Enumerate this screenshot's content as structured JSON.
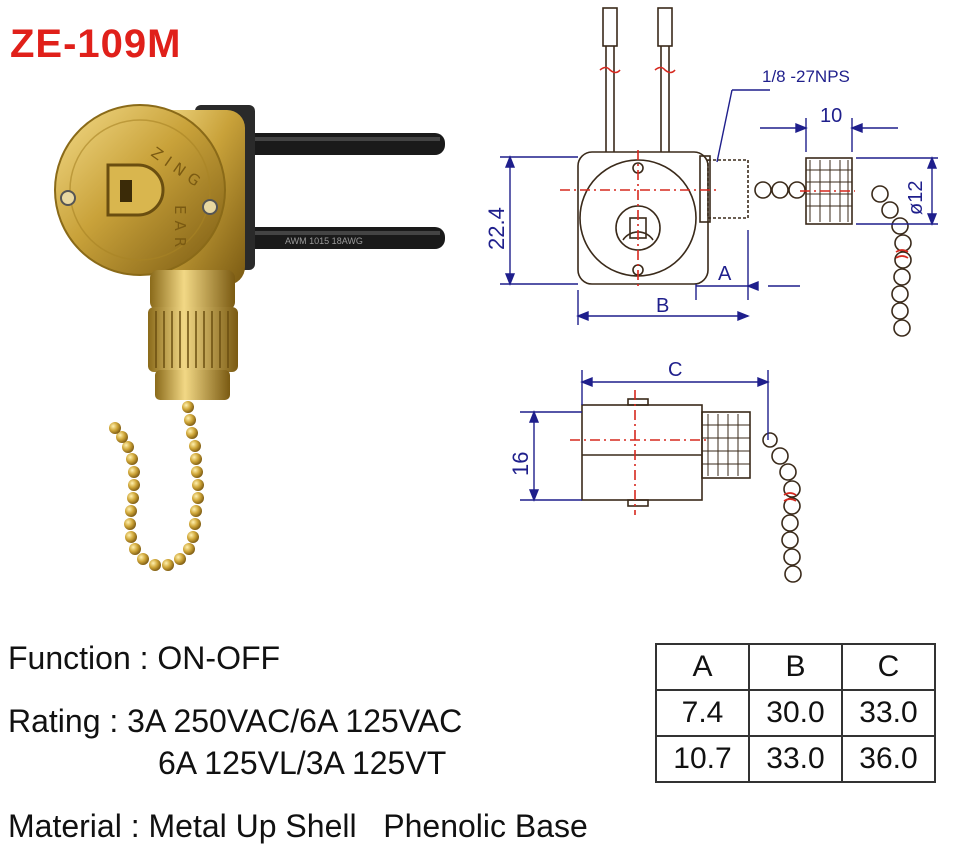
{
  "title": "ZE-109M",
  "photo": {
    "brand_lines": [
      "ZING",
      "EAR"
    ],
    "cable_print": "AWM  1015  18AWG"
  },
  "drawing": {
    "thread_label": "1/8 -27NPS",
    "dim_10": "10",
    "dim_22_4": "22.4",
    "dim_d12": "ø12",
    "dim_A": "A",
    "dim_B": "B",
    "dim_C": "C",
    "dim_16": "16"
  },
  "specs": {
    "function": "Function : ON-OFF",
    "rating_line1": "Rating : 3A 250VAC/6A 125VAC",
    "rating_line2": "6A 125VL/3A 125VT",
    "material": "Material : Metal Up Shell   Phenolic Base"
  },
  "table": {
    "headers": [
      "A",
      "B",
      "C"
    ],
    "rows": [
      [
        "7.4",
        "30.0",
        "33.0"
      ],
      [
        "10.7",
        "33.0",
        "36.0"
      ]
    ]
  },
  "colors": {
    "title": "#e0201a",
    "drawing_line": "#3a2a1a",
    "dimension_line": "#1f1f8c",
    "centerline": "#d6281e",
    "brass": "#c9a23a"
  }
}
